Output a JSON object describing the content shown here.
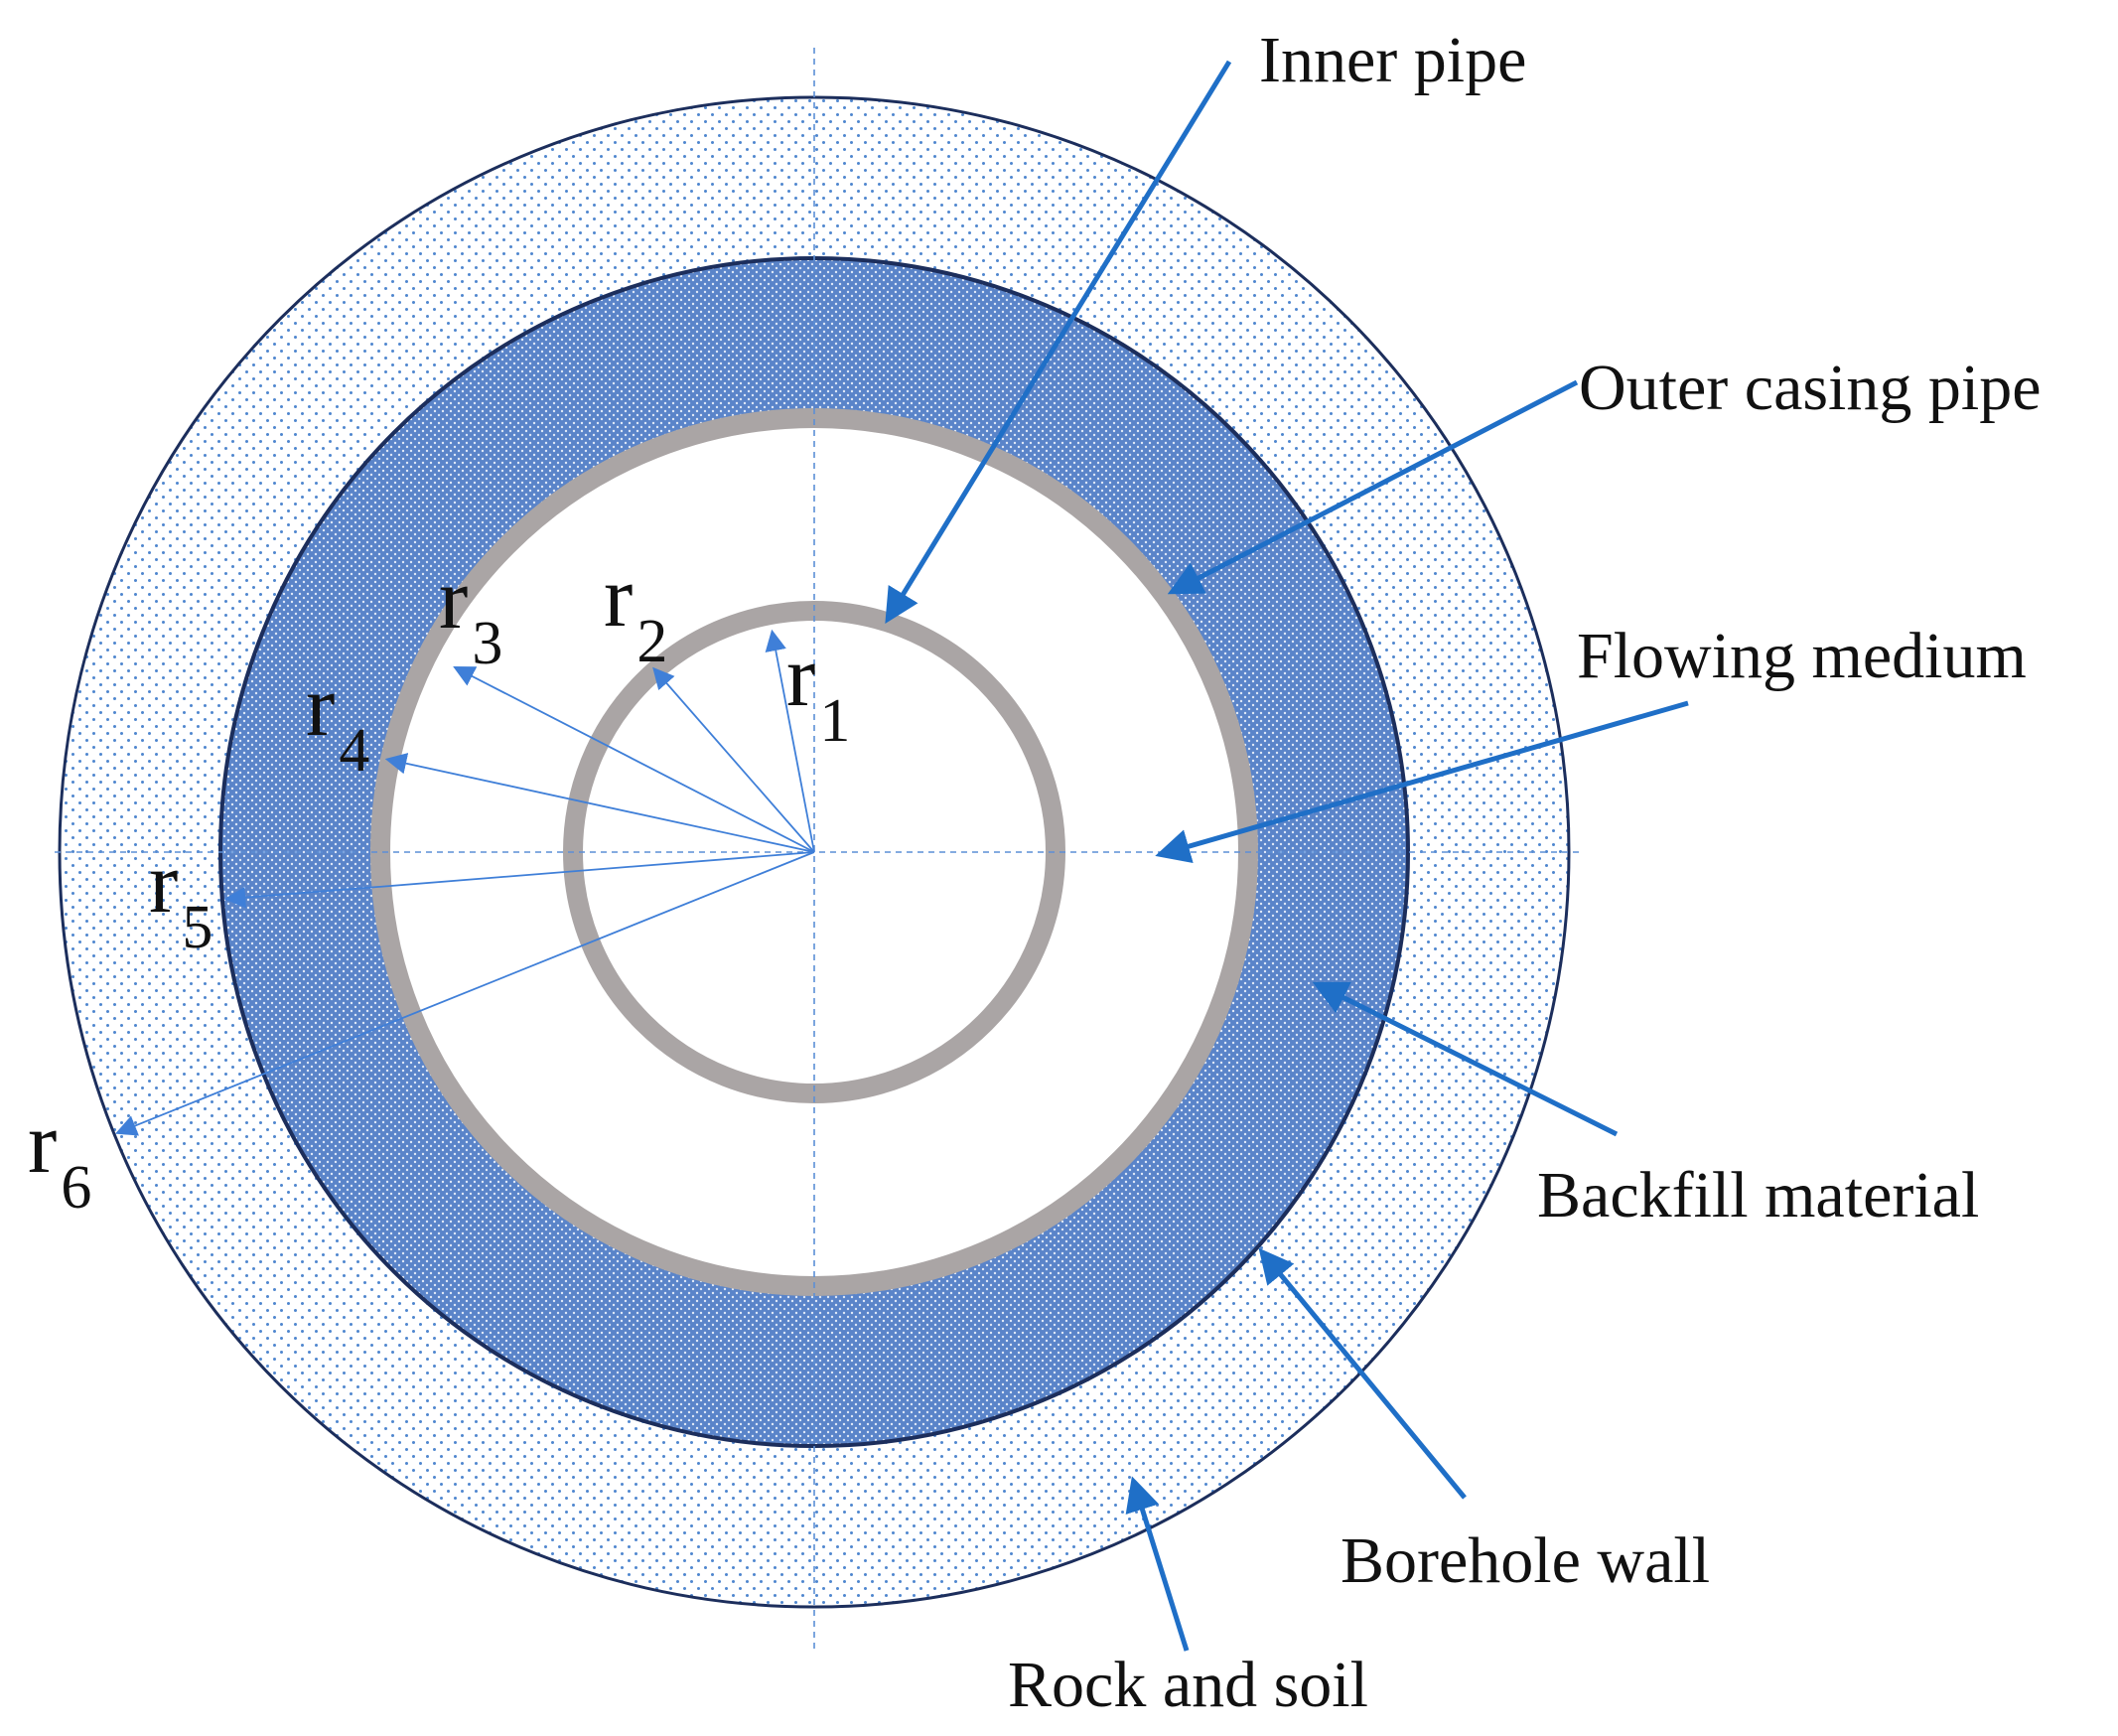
{
  "labels": {
    "inner_pipe": "Inner pipe",
    "outer_casing_pipe": "Outer casing pipe",
    "flowing_medium": "Flowing medium",
    "backfill_material": "Backfill material",
    "borehole_wall": "Borehole wall",
    "rock_and_soil": "Rock and soil"
  },
  "radii": [
    {
      "symbol": "r",
      "sub": "1"
    },
    {
      "symbol": "r",
      "sub": "2"
    },
    {
      "symbol": "r",
      "sub": "3"
    },
    {
      "symbol": "r",
      "sub": "4"
    },
    {
      "symbol": "r",
      "sub": "5"
    },
    {
      "symbol": "r",
      "sub": "6"
    }
  ],
  "colors": {
    "pipe_wall": "#aaa5a5",
    "backfill": "#5a84c9",
    "rock_dots": "#4f86cf",
    "boundary": "#1c2e5c",
    "arrow": "#1f6fc7",
    "radius_line": "#3f7fd8",
    "crosshair": "#5c8fd6"
  }
}
